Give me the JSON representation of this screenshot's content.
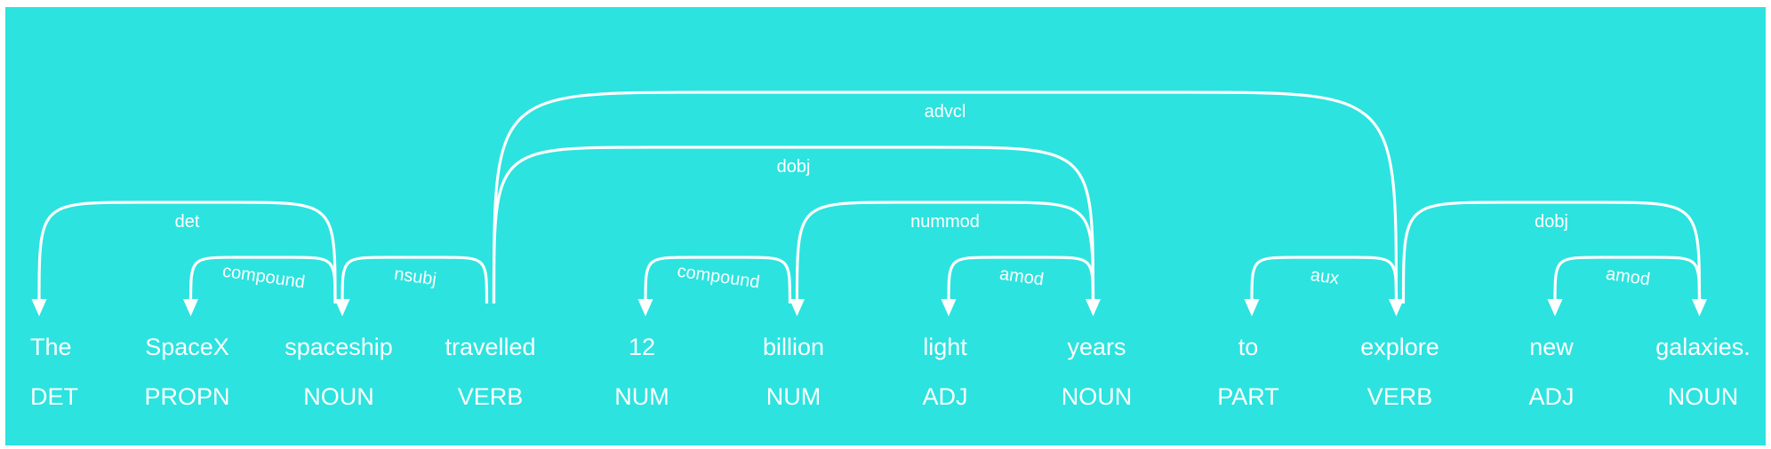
{
  "diagram": {
    "background_color": "#2ce3df",
    "foreground_color": "#ffffff",
    "tokens": [
      {
        "text": "The",
        "tag": "DET"
      },
      {
        "text": "SpaceX",
        "tag": "PROPN"
      },
      {
        "text": "spaceship",
        "tag": "NOUN"
      },
      {
        "text": "travelled",
        "tag": "VERB"
      },
      {
        "text": "12",
        "tag": "NUM"
      },
      {
        "text": "billion",
        "tag": "NUM"
      },
      {
        "text": "light",
        "tag": "ADJ"
      },
      {
        "text": "years",
        "tag": "NOUN"
      },
      {
        "text": "to",
        "tag": "PART"
      },
      {
        "text": "explore",
        "tag": "VERB"
      },
      {
        "text": "new",
        "tag": "ADJ"
      },
      {
        "text": "galaxies.",
        "tag": "NOUN"
      }
    ],
    "arcs": [
      {
        "label": "det",
        "start": 0,
        "end": 2,
        "dir": "left"
      },
      {
        "label": "compound",
        "start": 1,
        "end": 2,
        "dir": "left"
      },
      {
        "label": "nsubj",
        "start": 2,
        "end": 3,
        "dir": "left"
      },
      {
        "label": "dobj",
        "start": 3,
        "end": 7,
        "dir": "right"
      },
      {
        "label": "advcl",
        "start": 3,
        "end": 9,
        "dir": "right"
      },
      {
        "label": "compound",
        "start": 4,
        "end": 5,
        "dir": "left"
      },
      {
        "label": "nummod",
        "start": 5,
        "end": 7,
        "dir": "left"
      },
      {
        "label": "amod",
        "start": 6,
        "end": 7,
        "dir": "left"
      },
      {
        "label": "aux",
        "start": 8,
        "end": 9,
        "dir": "left"
      },
      {
        "label": "dobj",
        "start": 9,
        "end": 11,
        "dir": "right"
      },
      {
        "label": "amod",
        "start": 10,
        "end": 11,
        "dir": "left"
      }
    ]
  }
}
